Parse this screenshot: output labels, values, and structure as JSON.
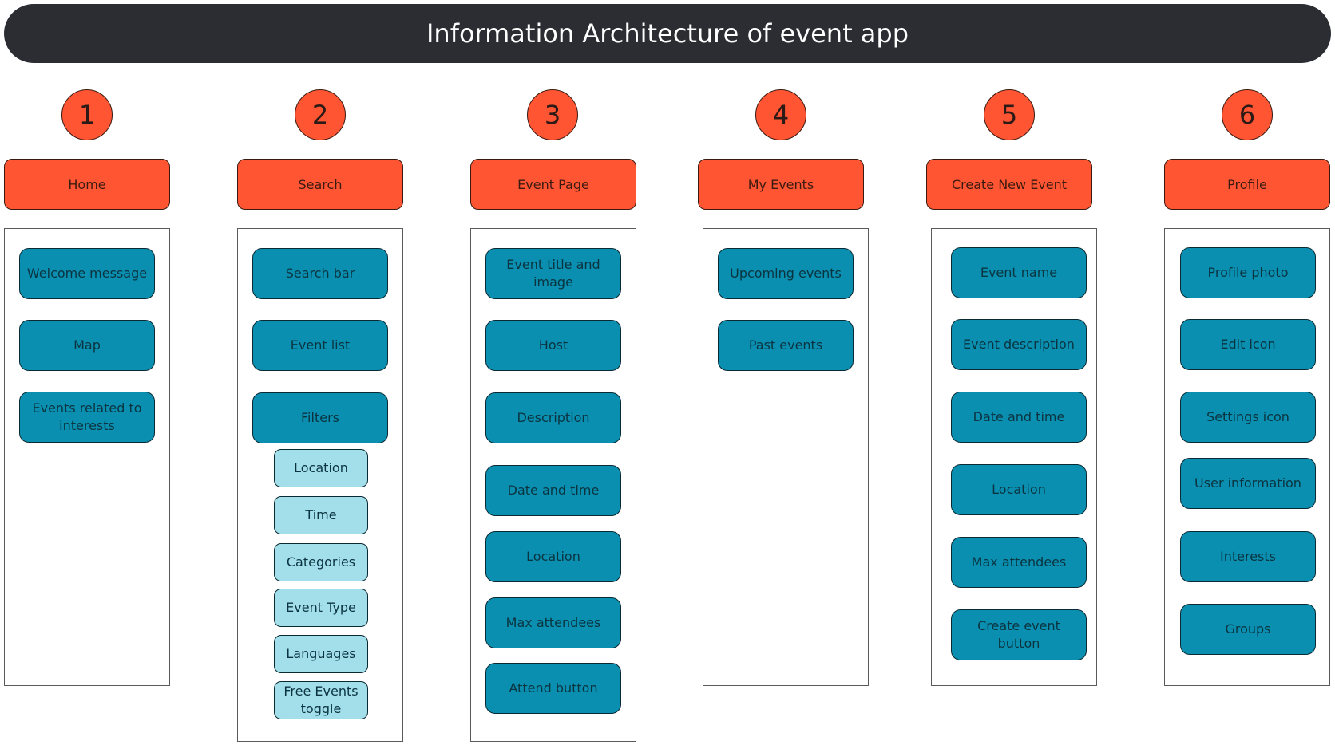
{
  "title": "Information Architecture of event app",
  "columns": [
    {
      "number": "1",
      "header": "Home",
      "items": [
        "Welcome message",
        "Map",
        "Events related to interests"
      ]
    },
    {
      "number": "2",
      "header": "Search",
      "items": [
        "Search bar",
        "Event list",
        "Filters"
      ],
      "filters": [
        "Location",
        "Time",
        "Categories",
        "Event Type",
        "Languages",
        "Free Events toggle"
      ]
    },
    {
      "number": "3",
      "header": "Event Page",
      "items": [
        "Event title and image",
        "Host",
        "Description",
        "Date and time",
        "Location",
        "Max attendees",
        "Attend button"
      ]
    },
    {
      "number": "4",
      "header": "My Events",
      "items": [
        "Upcoming events",
        "Past events"
      ]
    },
    {
      "number": "5",
      "header": "Create New Event",
      "items": [
        "Event name",
        "Event description",
        "Date and time",
        "Location",
        "Max attendees",
        "Create event button"
      ]
    },
    {
      "number": "6",
      "header": "Profile",
      "items": [
        "Profile photo",
        "Edit icon",
        "Settings icon",
        "User information",
        "Interests",
        "Groups"
      ]
    }
  ],
  "colors": {
    "title_bar": "#2c2d33",
    "accent_orange": "#ff5533",
    "item_teal": "#0a8fb0",
    "subitem_light": "#a3dfeb"
  }
}
